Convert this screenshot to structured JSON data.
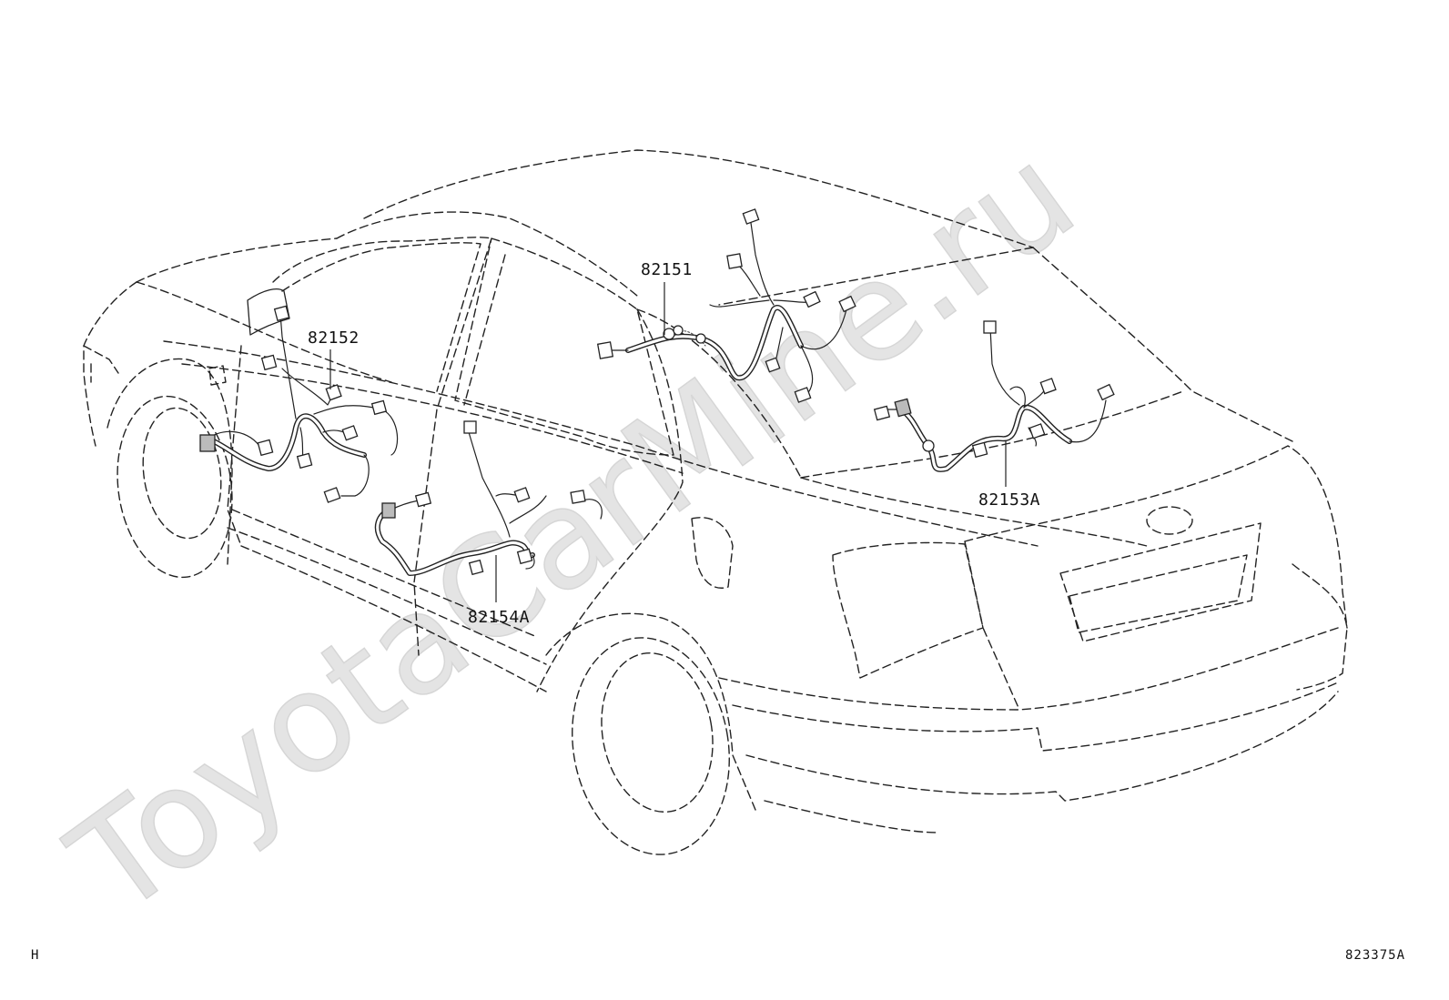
{
  "parts": [
    {
      "id": "p1",
      "label": "82151"
    },
    {
      "id": "p2",
      "label": "82152"
    },
    {
      "id": "p3",
      "label": "82153A"
    },
    {
      "id": "p4",
      "label": "82154A"
    }
  ],
  "footer": {
    "left_code": "H",
    "right_code": "823375A"
  },
  "watermark": {
    "text": "ToyotaCarMine.ru",
    "color": "#e2e2e2"
  }
}
